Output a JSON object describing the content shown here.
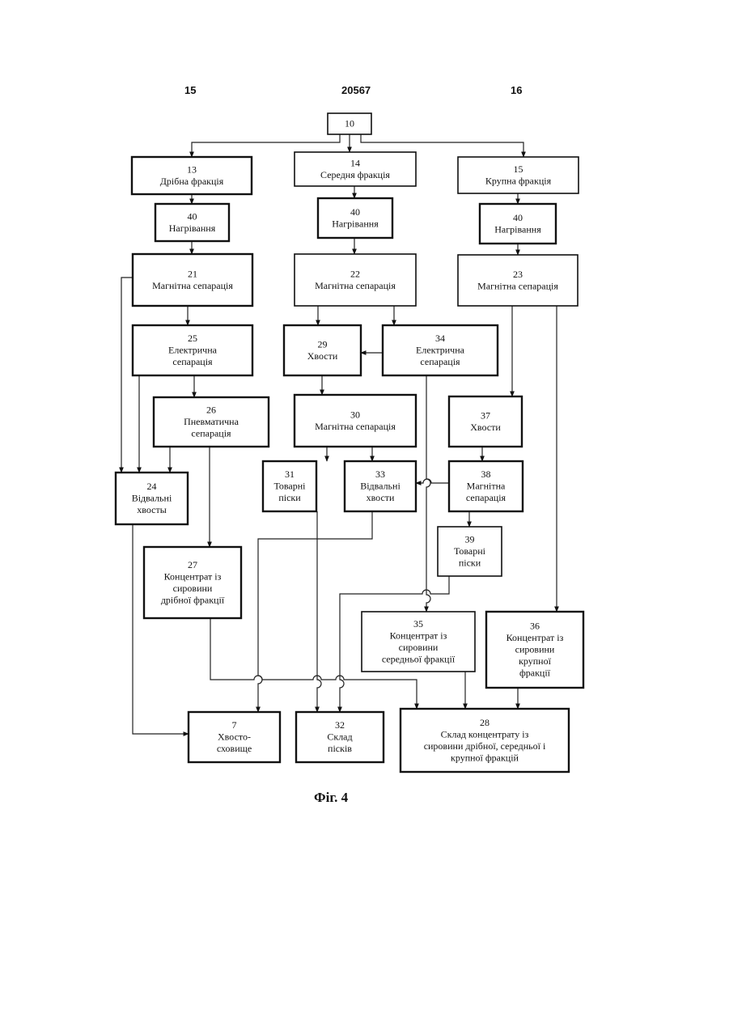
{
  "header": {
    "left": "15",
    "center": "20567",
    "right": "16"
  },
  "caption": "Фіг. 4",
  "nodes": {
    "n10": {
      "lines": [
        "10"
      ]
    },
    "n13": {
      "lines": [
        "13",
        "Дрібна фракція"
      ]
    },
    "n14": {
      "lines": [
        "14",
        "Середня фракція"
      ]
    },
    "n15": {
      "lines": [
        "15",
        "Крупна фракція"
      ]
    },
    "n40a": {
      "lines": [
        "40",
        "Нагрівання"
      ]
    },
    "n40b": {
      "lines": [
        "40",
        "Нагрівання"
      ]
    },
    "n40c": {
      "lines": [
        "40",
        "Нагрівання"
      ]
    },
    "n21": {
      "lines": [
        "21",
        "Магнітна сепарація"
      ]
    },
    "n22": {
      "lines": [
        "22",
        "Магнітна сепарація"
      ]
    },
    "n23": {
      "lines": [
        "23",
        "Магнітна сепарація"
      ]
    },
    "n25": {
      "lines": [
        "25",
        "Електрична",
        "сепарація"
      ]
    },
    "n29": {
      "lines": [
        "29",
        "Хвости"
      ]
    },
    "n34": {
      "lines": [
        "34",
        "Електрична",
        "сепарація"
      ]
    },
    "n26": {
      "lines": [
        "26",
        "Пневматична",
        "сепарація"
      ]
    },
    "n30": {
      "lines": [
        "30",
        "Магнітна сепарація"
      ]
    },
    "n37": {
      "lines": [
        "37",
        "Хвости"
      ]
    },
    "n24": {
      "lines": [
        "24",
        "Відвальні",
        "хвосты"
      ]
    },
    "n31": {
      "lines": [
        "31",
        "Товарні",
        "піски"
      ]
    },
    "n33": {
      "lines": [
        "33",
        "Відвальні",
        "хвости"
      ]
    },
    "n38": {
      "lines": [
        "38",
        "Магнітна",
        "сепарація"
      ]
    },
    "n39": {
      "lines": [
        "39",
        "Товарні",
        "піски"
      ]
    },
    "n27": {
      "lines": [
        "27",
        "Концентрат із",
        "сировини",
        "дрібної фракції"
      ]
    },
    "n35": {
      "lines": [
        "35",
        "Концентрат із",
        "сировини",
        "середньої фракції"
      ]
    },
    "n36": {
      "lines": [
        "36",
        "Концентрат із",
        "сировини",
        "крупної",
        "фракції"
      ]
    },
    "n7": {
      "lines": [
        "7",
        "Хвосто-",
        "сховище"
      ]
    },
    "n32": {
      "lines": [
        "32",
        "Склад",
        "пісків"
      ]
    },
    "n28": {
      "lines": [
        "28",
        "Склад концентрату із",
        "сировини дрібної, середньої і",
        "крупної фракцій"
      ]
    }
  }
}
